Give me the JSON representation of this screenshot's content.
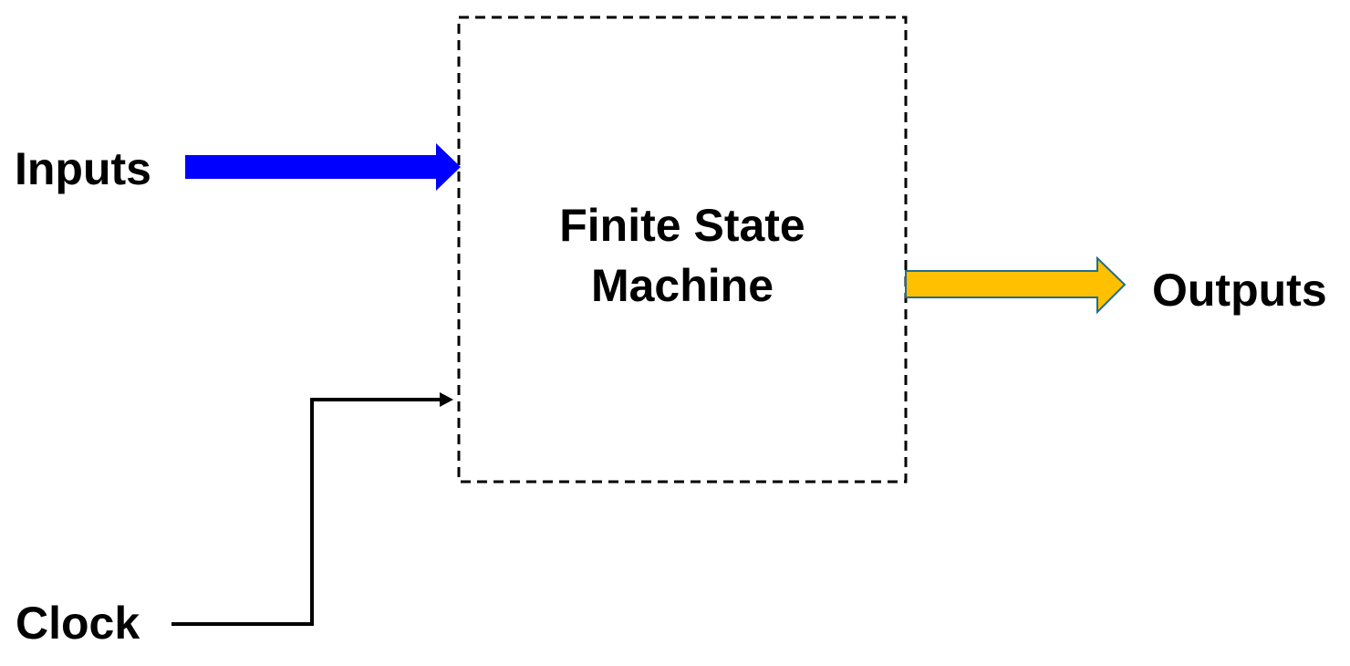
{
  "diagram": {
    "block": {
      "title_line1": "Finite State",
      "title_line2": "Machine",
      "border_style": "dashed"
    },
    "inputs": {
      "label": "Inputs",
      "arrow_color": "#0000ff"
    },
    "clock": {
      "label": "Clock",
      "line_color": "#000000"
    },
    "outputs": {
      "label": "Outputs",
      "arrow_color": "#ffc000",
      "arrow_outline_color": "#1f6f8b"
    }
  }
}
